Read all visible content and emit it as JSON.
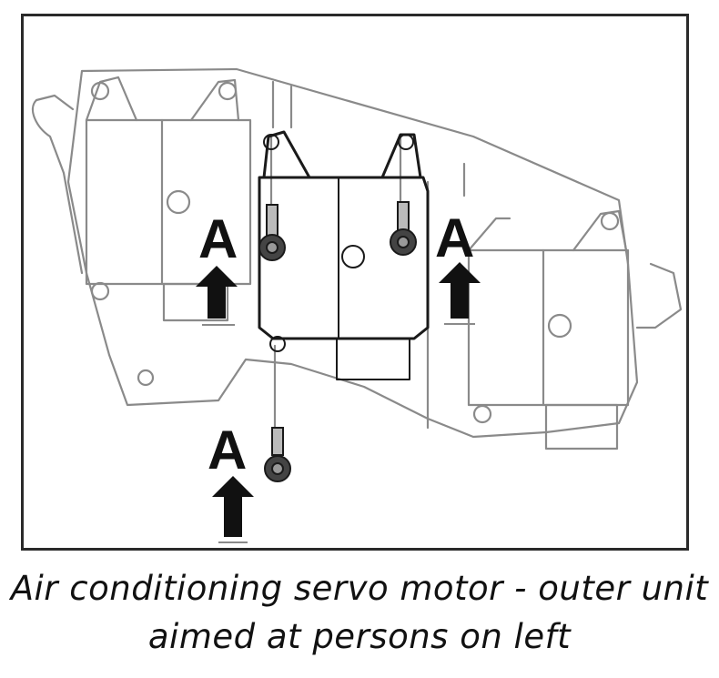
{
  "labels": {
    "a_left": "A",
    "a_middle": "A",
    "a_bottom": "A"
  },
  "caption": {
    "line1": "Air conditioning servo motor - outer unit",
    "line2": "aimed at persons on left"
  },
  "colors": {
    "line": "#8a8a8a",
    "highlight": "#1a1a1a",
    "frame": "#2a2a2a"
  }
}
